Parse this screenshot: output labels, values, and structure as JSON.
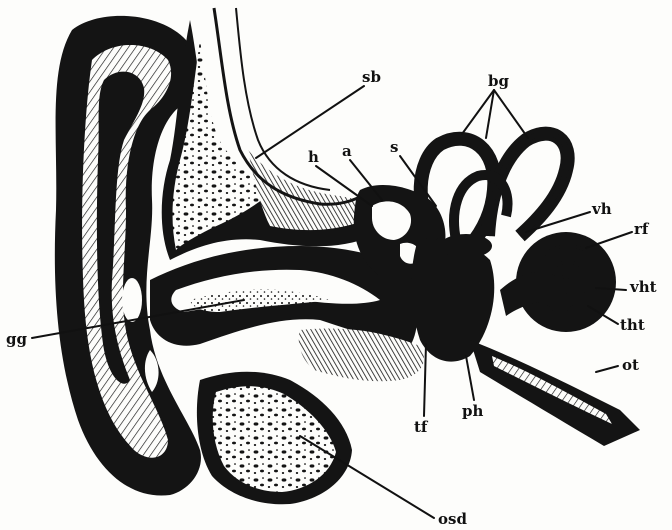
{
  "diagram": {
    "labels": {
      "sb": "sb",
      "bg": "bg",
      "h": "h",
      "a": "a",
      "s": "s",
      "vh": "vh",
      "rf": "rf",
      "vht": "vht",
      "tht": "tht",
      "ot": "ot",
      "gg": "gg",
      "tf": "tf",
      "ph": "ph",
      "osd": "osd"
    },
    "colors": {
      "ink": "#141414",
      "paper": "#fdfdfb"
    }
  }
}
